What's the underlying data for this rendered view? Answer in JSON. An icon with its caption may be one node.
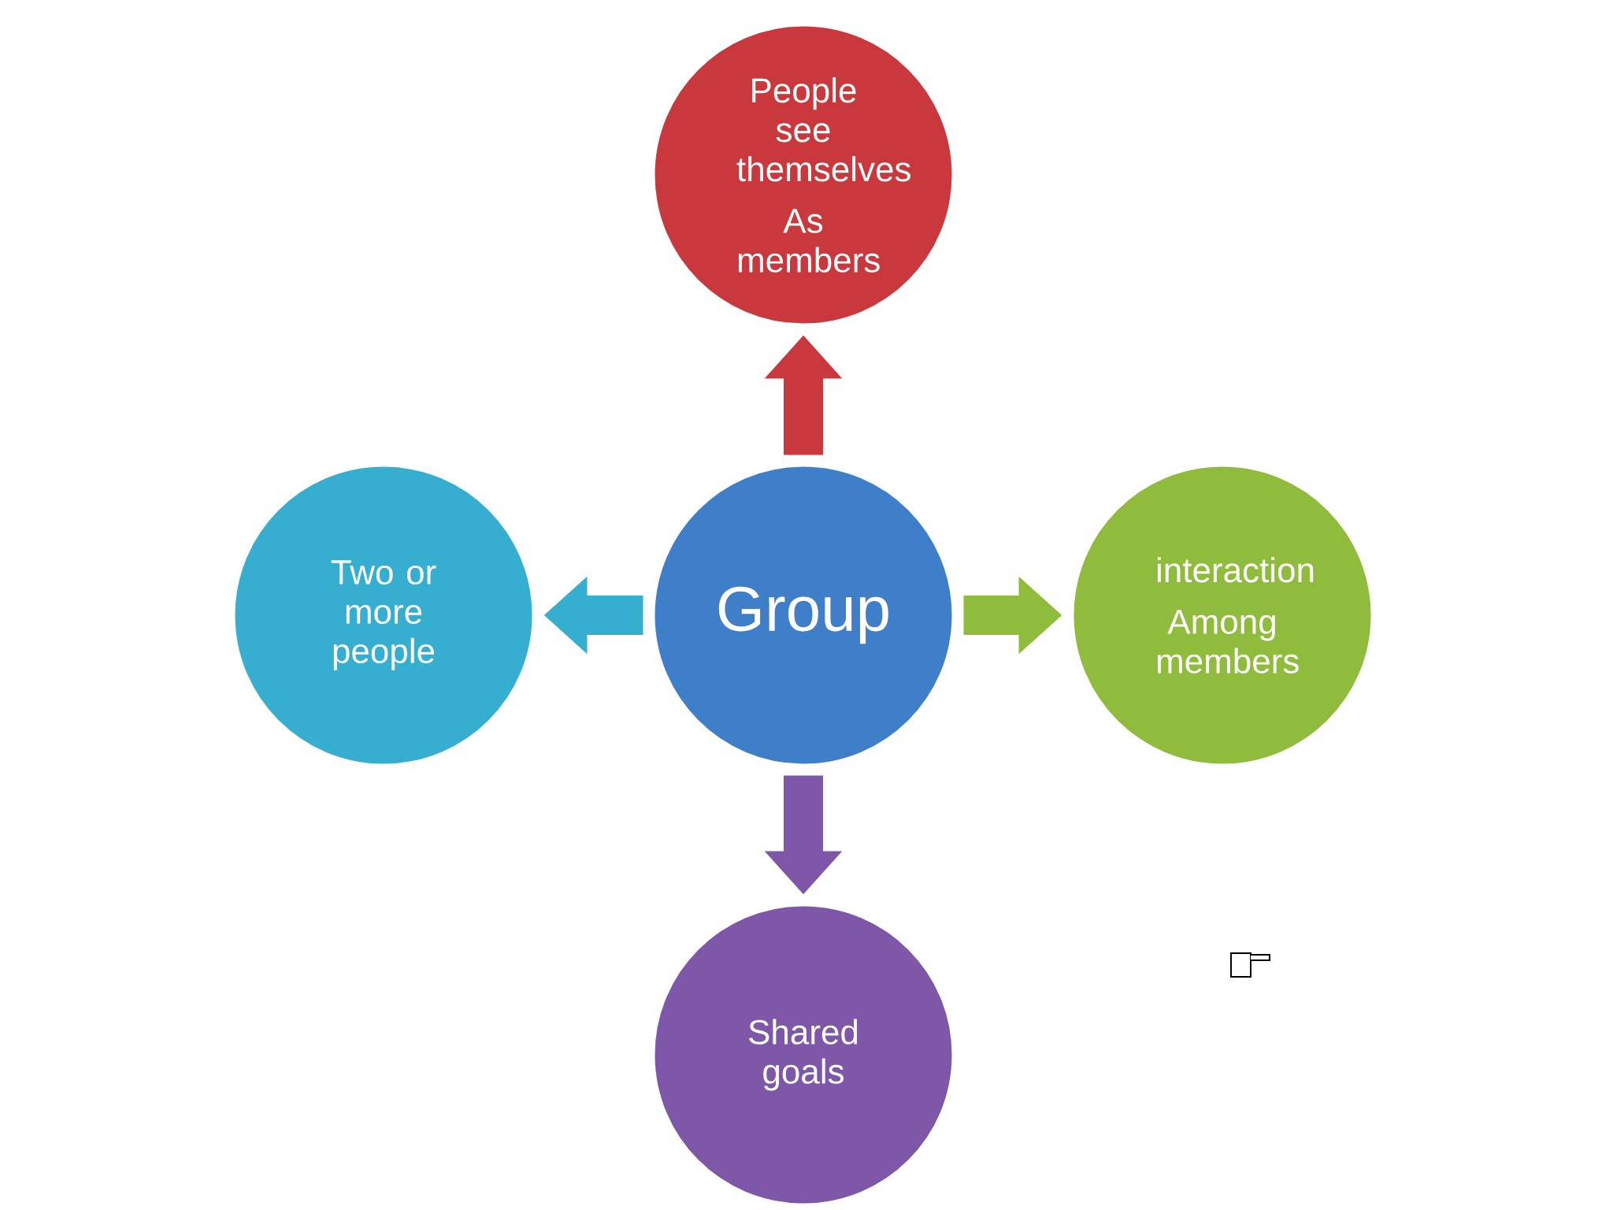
{
  "diagram": {
    "nodes": [
      {
        "text": [
          "Group"
        ]
      },
      {
        "text": [
          "People see themselves",
          "As members"
        ]
      },
      {
        "text": [
          "interaction",
          "Among members"
        ]
      },
      {
        "text": [
          "Shared goals"
        ]
      },
      {
        "text": [
          "Two or more people"
        ]
      }
    ],
    "edges": [
      {
        "from": 0,
        "to": 1,
        "arrow": "to",
        "color": "#c8383c"
      },
      {
        "from": 0,
        "to": 2,
        "arrow": "to",
        "color": "#8fbc3c"
      },
      {
        "from": 0,
        "to": 3,
        "arrow": "to",
        "color": "#7e57a8"
      },
      {
        "from": 0,
        "to": 4,
        "arrow": "to",
        "color": "#35aecf"
      }
    ]
  }
}
